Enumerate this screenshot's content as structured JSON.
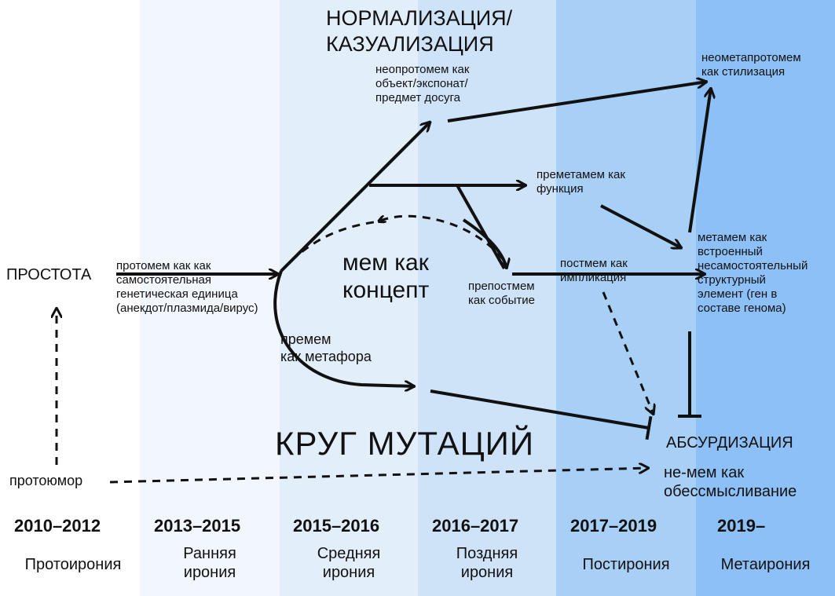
{
  "title": {
    "line1": "НОРМАЛИЗАЦИЯ/",
    "line2": "КАЗУАЛИЗАЦИЯ"
  },
  "nodes": {
    "prostota": "ПРОСТОТА",
    "protomem": "протомем как как\nсамостоятельная\nгенетическая единица\n(анекдот/плазмида/вирус)",
    "neoprotomem": "неопротомем как\nобъект/экспонат/\nпредмет досуга",
    "neometaprotomem": "неометапротомем\nкак стилизация",
    "premetamem": "преметамем как\nфункция",
    "mem_concept": "мем как\nконцепт",
    "prepostmem": "препостмем\nкак событие",
    "postmem": "постмем как\nимпликация",
    "metamem": "метамем как\nвстроенный\nнесамостоятельный\nструктурный\nэлемент (ген в\nсоставе генома)",
    "premem": "премем\nкак метафора",
    "krug": "КРУГ МУТАЦИЙ",
    "absurd": "АБСУРДИЗАЦИЯ",
    "nemem": "не-мем как\nобессмысливание",
    "protohumor": "протоюмор"
  },
  "timeline": [
    {
      "years": "2010–2012",
      "era": "Протоирония"
    },
    {
      "years": "2013–2015",
      "era": "Ранняя\nирония"
    },
    {
      "years": "2015–2016",
      "era": "Средняя\nирония"
    },
    {
      "years": "2016–2017",
      "era": "Поздняя\nирония"
    },
    {
      "years": "2017–2019",
      "era": "Постирония"
    },
    {
      "years": "2019–",
      "era": "Метаирония"
    }
  ]
}
